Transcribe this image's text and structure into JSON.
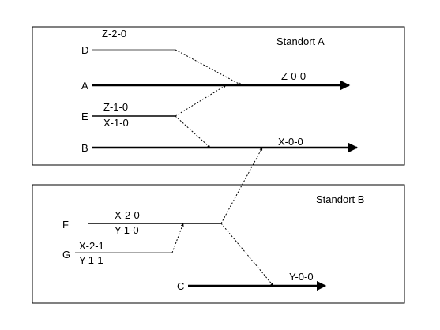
{
  "panels": {
    "a": {
      "title": "Standort A"
    },
    "b": {
      "title": "Standort B"
    }
  },
  "nodes": {
    "a": "A",
    "b": "B",
    "c": "C",
    "d": "D",
    "e": "E",
    "f": "F",
    "g": "G"
  },
  "line_labels": {
    "z20": "Z-2-0",
    "z00": "Z-0-0",
    "z10": "Z-1-0",
    "x10": "X-1-0",
    "x00": "X-0-0",
    "x20": "X-2-0",
    "y10": "Y-1-0",
    "x21": "X-2-1",
    "y11": "Y-1-1",
    "y00": "Y-0-0"
  }
}
